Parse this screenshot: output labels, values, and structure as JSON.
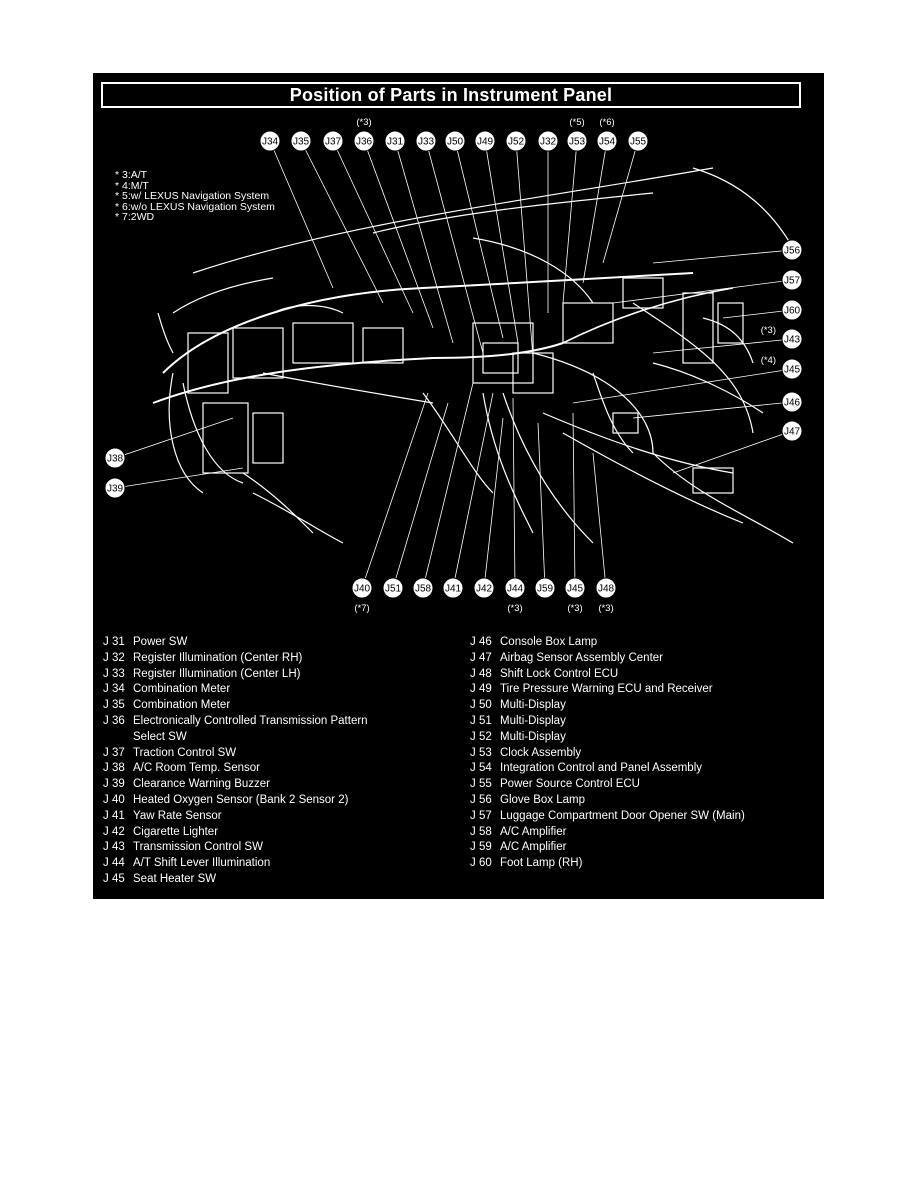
{
  "title": "Position of Parts in Instrument Panel",
  "notes": [
    "* 3:A/T",
    "* 4:M/T",
    "* 5:w/ LEXUS Navigation System",
    "* 6:w/o LEXUS Navigation System",
    "* 7:2WD"
  ],
  "top_labels": [
    {
      "label": "J34",
      "note": ""
    },
    {
      "label": "J35",
      "note": ""
    },
    {
      "label": "J37",
      "note": ""
    },
    {
      "label": "J36",
      "note": "(*3)"
    },
    {
      "label": "J31",
      "note": ""
    },
    {
      "label": "J33",
      "note": ""
    },
    {
      "label": "J50",
      "note": ""
    },
    {
      "label": "J49",
      "note": ""
    },
    {
      "label": "J52",
      "note": ""
    },
    {
      "label": "J32",
      "note": ""
    },
    {
      "label": "J53",
      "note": "(*5)"
    },
    {
      "label": "J54",
      "note": "(*6)"
    },
    {
      "label": "J55",
      "note": ""
    }
  ],
  "right_labels": [
    {
      "label": "J56",
      "note": ""
    },
    {
      "label": "J57",
      "note": ""
    },
    {
      "label": "J60",
      "note": ""
    },
    {
      "label": "J43",
      "note": "(*3)"
    },
    {
      "label": "J45",
      "note": "(*4)"
    },
    {
      "label": "J46",
      "note": ""
    },
    {
      "label": "J47",
      "note": ""
    }
  ],
  "left_labels": [
    {
      "label": "J38",
      "note": ""
    },
    {
      "label": "J39",
      "note": ""
    }
  ],
  "bottom_labels": [
    {
      "label": "J40",
      "note": "(*7)"
    },
    {
      "label": "J51",
      "note": ""
    },
    {
      "label": "J58",
      "note": ""
    },
    {
      "label": "J41",
      "note": ""
    },
    {
      "label": "J42",
      "note": ""
    },
    {
      "label": "J44",
      "note": "(*3)"
    },
    {
      "label": "J59",
      "note": ""
    },
    {
      "label": "J45",
      "note": "(*3)"
    },
    {
      "label": "J48",
      "note": "(*3)"
    }
  ],
  "legend_left": [
    {
      "code": "J 31",
      "name": "Power SW"
    },
    {
      "code": "J 32",
      "name": "Register Illumination (Center RH)"
    },
    {
      "code": "J 33",
      "name": "Register Illumination (Center LH)"
    },
    {
      "code": "J 34",
      "name": "Combination Meter"
    },
    {
      "code": "J 35",
      "name": "Combination Meter"
    },
    {
      "code": "J 36",
      "name": "Electronically Controlled Transmission Pattern"
    },
    {
      "code": "",
      "name": "Select SW"
    },
    {
      "code": "J 37",
      "name": "Traction Control SW"
    },
    {
      "code": "J 38",
      "name": "A/C Room Temp. Sensor"
    },
    {
      "code": "J 39",
      "name": "Clearance Warning Buzzer"
    },
    {
      "code": "J 40",
      "name": "Heated Oxygen Sensor (Bank 2 Sensor 2)"
    },
    {
      "code": "J 41",
      "name": "Yaw Rate Sensor"
    },
    {
      "code": "J 42",
      "name": "Cigarette Lighter"
    },
    {
      "code": "J 43",
      "name": "Transmission Control SW"
    },
    {
      "code": "J 44",
      "name": "A/T Shift Lever Illumination"
    },
    {
      "code": "J 45",
      "name": "Seat Heater SW"
    }
  ],
  "legend_right": [
    {
      "code": "J 46",
      "name": "Console Box Lamp"
    },
    {
      "code": "J 47",
      "name": "Airbag Sensor Assembly Center"
    },
    {
      "code": "J 48",
      "name": "Shift Lock Control ECU"
    },
    {
      "code": "J 49",
      "name": "Tire Pressure Warning ECU and Receiver"
    },
    {
      "code": "J 50",
      "name": "Multi-Display"
    },
    {
      "code": "J 51",
      "name": "Multi-Display"
    },
    {
      "code": "J 52",
      "name": "Multi-Display"
    },
    {
      "code": "J 53",
      "name": "Clock Assembly"
    },
    {
      "code": "J 54",
      "name": "Integration Control and Panel Assembly"
    },
    {
      "code": "J 55",
      "name": "Power Source Control ECU"
    },
    {
      "code": "J 56",
      "name": "Glove Box Lamp"
    },
    {
      "code": "J 57",
      "name": "Luggage Compartment Door Opener SW (Main)"
    },
    {
      "code": "J 58",
      "name": "A/C Amplifier"
    },
    {
      "code": "J 59",
      "name": "A/C Amplifier"
    },
    {
      "code": "J 60",
      "name": "Foot Lamp (RH)"
    }
  ],
  "colors": {
    "background": "#000000",
    "ink": "#ffffff",
    "page": "#ffffff"
  }
}
